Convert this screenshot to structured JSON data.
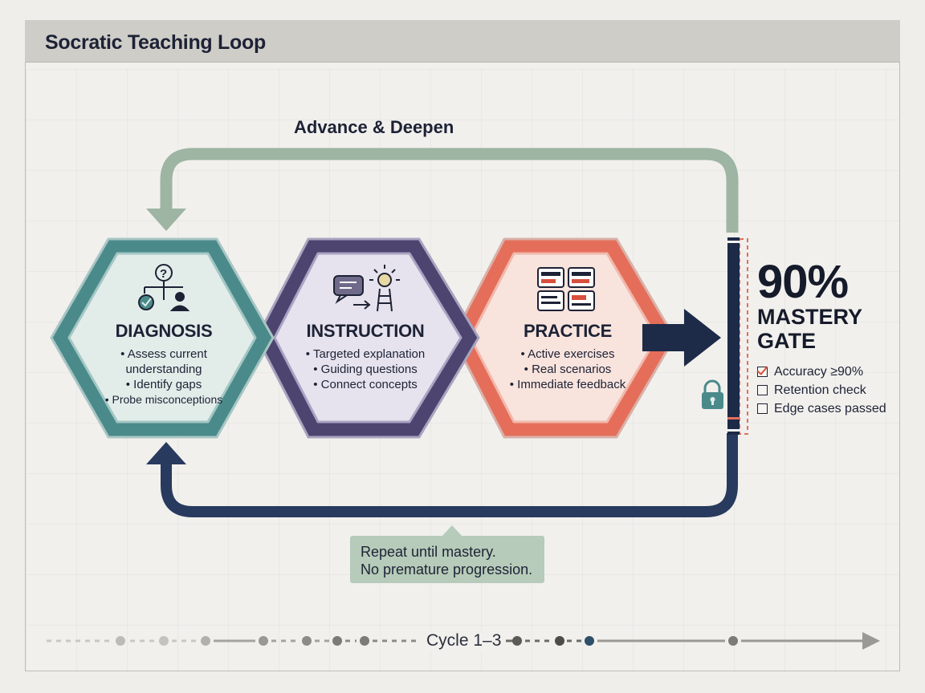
{
  "title": "Socratic Teaching Loop",
  "loop": {
    "top_label": "Advance & Deepen",
    "repeat_note": [
      "Repeat until mastery.",
      "No premature progression."
    ]
  },
  "stages": [
    {
      "title": "DIAGNOSIS",
      "bullets": [
        "Assess current understanding",
        "Identify gaps",
        "Probe misconceptions"
      ],
      "color": "#4b8a8b",
      "icon": "diagnosis-flow-icon"
    },
    {
      "title": "INSTRUCTION",
      "bullets": [
        "Targeted explanation",
        "Guiding questions",
        "Connect concepts"
      ],
      "color": "#4d4570",
      "icon": "instruction-bulb-icon"
    },
    {
      "title": "PRACTICE",
      "bullets": [
        "Active exercises",
        "Real scenarios",
        "Immediate feedback"
      ],
      "color": "#e56e5b",
      "icon": "practice-cards-icon"
    }
  ],
  "gate": {
    "percent": "90%",
    "title": "MASTERY GATE",
    "checklist": [
      {
        "label": "Accuracy ≥90%",
        "checked": true
      },
      {
        "label": "Retention check",
        "checked": false
      },
      {
        "label": "Edge cases passed",
        "checked": false
      }
    ],
    "lock_icon": "lock-icon"
  },
  "timeline": {
    "label": "Cycle 1–3"
  },
  "colors": {
    "navy": "#283a5e",
    "sage": "#9db5a2",
    "teal": "#4b8a8b",
    "purple": "#4d4570",
    "coral": "#e56e5b"
  }
}
